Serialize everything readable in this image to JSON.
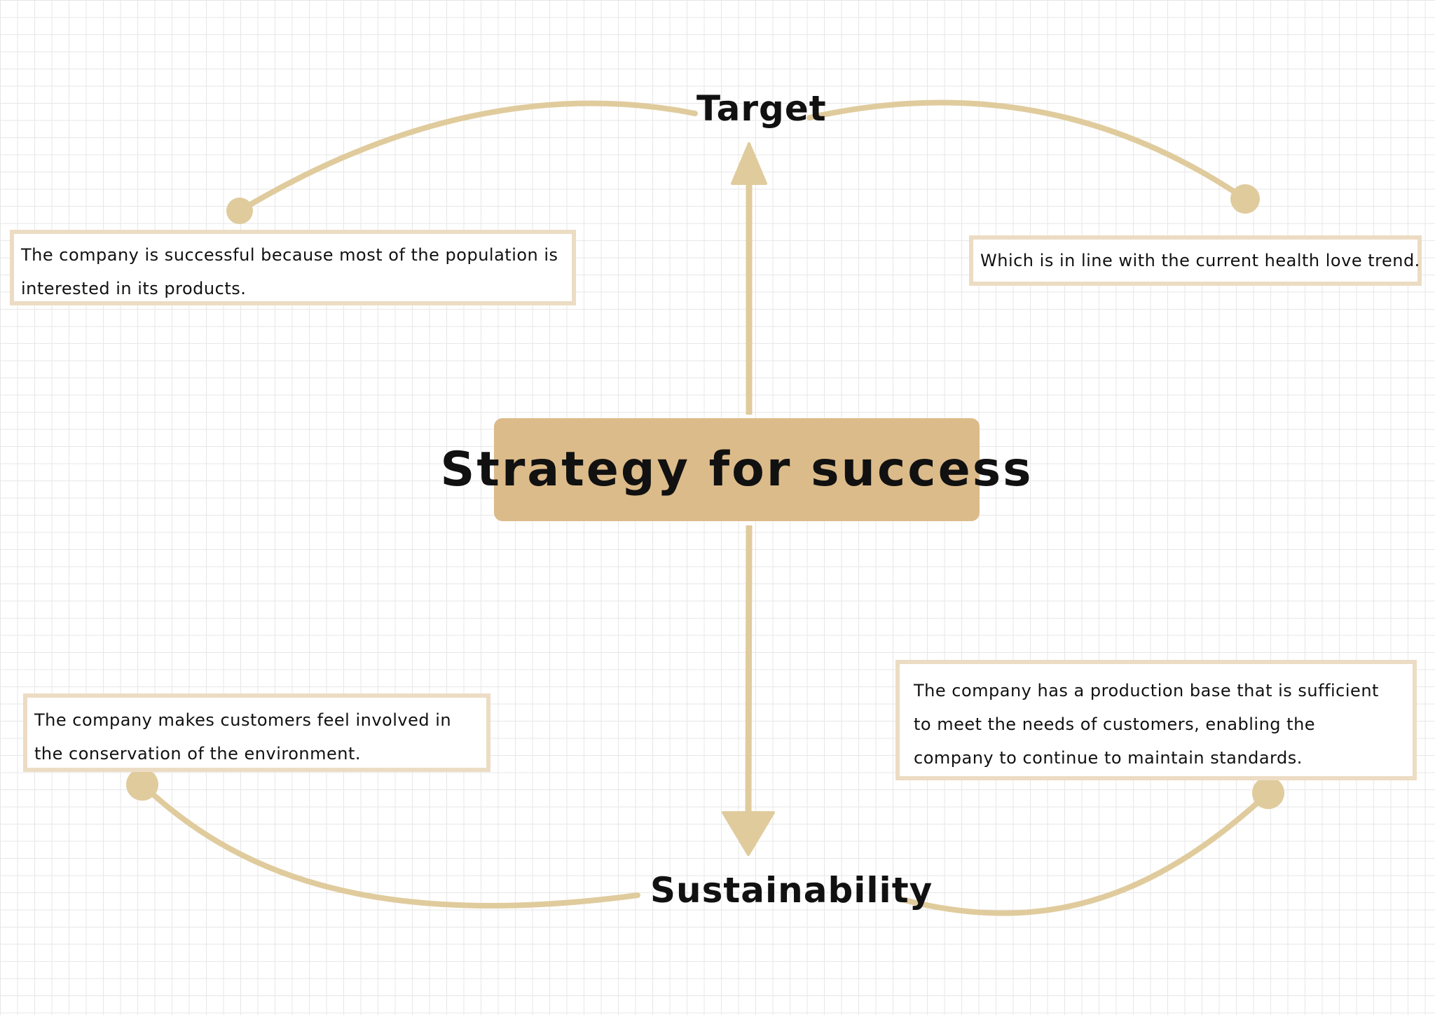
{
  "diagram": {
    "central_title": "Strategy for success",
    "top_label": "Target",
    "bottom_label": "Sustainability",
    "notes": {
      "top_left": "The company is successful because most of the population is interested in its products.",
      "top_right": "Which is in line with the current health love trend.",
      "bottom_left": "The company makes customers feel involved in the conservation of the environment.",
      "bottom_right": "The company has a production base that is sufficient to meet the needs of customers, enabling the company to continue to maintain standards."
    }
  },
  "colors": {
    "connector": "#e0cb9d",
    "central_box": "#dcbb8a",
    "note_border": "#ecdcc3",
    "grid": "#e7e7e7",
    "text": "#111111"
  }
}
